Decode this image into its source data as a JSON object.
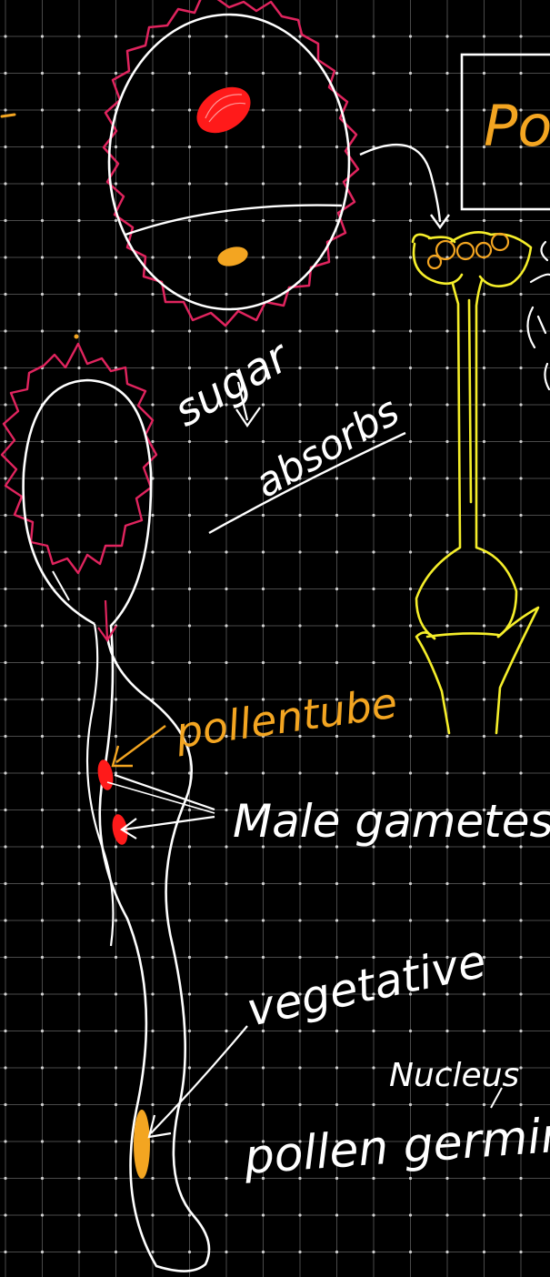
{
  "colors": {
    "background": "#000000",
    "grid": "#4a4a4a",
    "grid_dot": "#cfcfcf",
    "ink_white": "#ffffff",
    "pollen_outline": "#e0245e",
    "nucleus_red": "#ff1a1a",
    "nucleus_orange": "#f3a521",
    "stigma_yellow": "#f5ee2a",
    "title_orange": "#f3a521"
  },
  "labels": {
    "title_fragment": "Po",
    "sugar": "sugar",
    "absorbs": "absorbs",
    "pollentube": "pollentube",
    "male_gametes": "Male gametes",
    "vegetative": "vegetative",
    "nucleus": "Nucleus",
    "pollen_germination": "pollen germin"
  }
}
